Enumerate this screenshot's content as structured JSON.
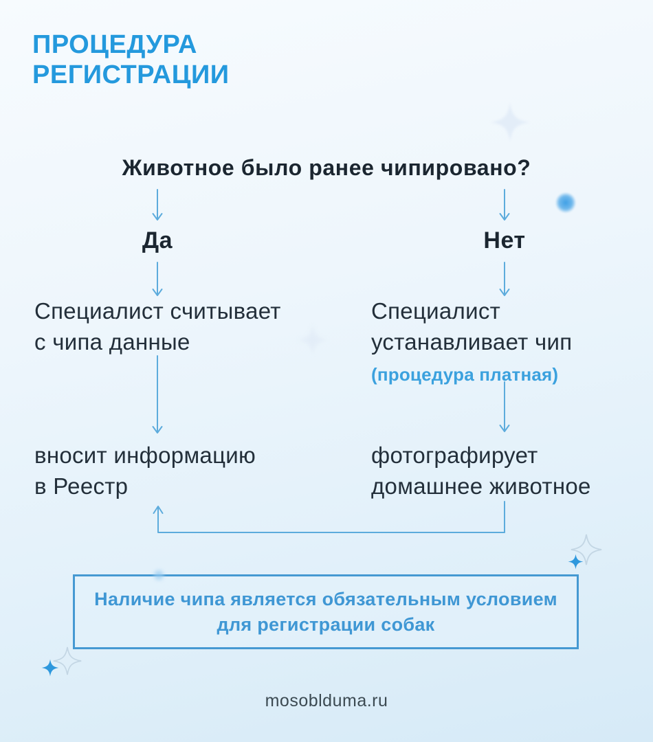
{
  "header": {
    "title_line1": "ПРОЦЕДУРА",
    "title_line2": "РЕГИСТРАЦИИ"
  },
  "flowchart": {
    "question": "Животное было ранее чипировано?",
    "yes": {
      "label": "Да",
      "step1": [
        "Специалист считывает",
        "с чипа данные"
      ],
      "step2": [
        "вносит информацию",
        "в Реестр"
      ]
    },
    "no": {
      "label": "Нет",
      "step1": [
        "Специалист",
        "устанавливает чип"
      ],
      "note": "(процедура платная)",
      "step2": [
        "фотографирует",
        "домашнее животное"
      ]
    }
  },
  "footnote": {
    "line1": "Наличие чипа является обязательным условием",
    "line2": "для регистрации собак"
  },
  "footer": {
    "site": "mosoblduma.ru"
  },
  "colors": {
    "title_blue": "#2499dd",
    "dark_text": "#1b2630",
    "body_text": "#232f3a",
    "note_blue": "#3ba1de",
    "arrow_blue": "#5cabdc",
    "box_border": "#4599d2",
    "box_text": "#3f97d4",
    "footer_text": "#3c4a52",
    "sparkle_blue": "#2e98dd",
    "sparkle_outline": "#c3d6e4",
    "bg_top": "#f7fbfe",
    "bg_bottom": "#d6eaf7"
  }
}
